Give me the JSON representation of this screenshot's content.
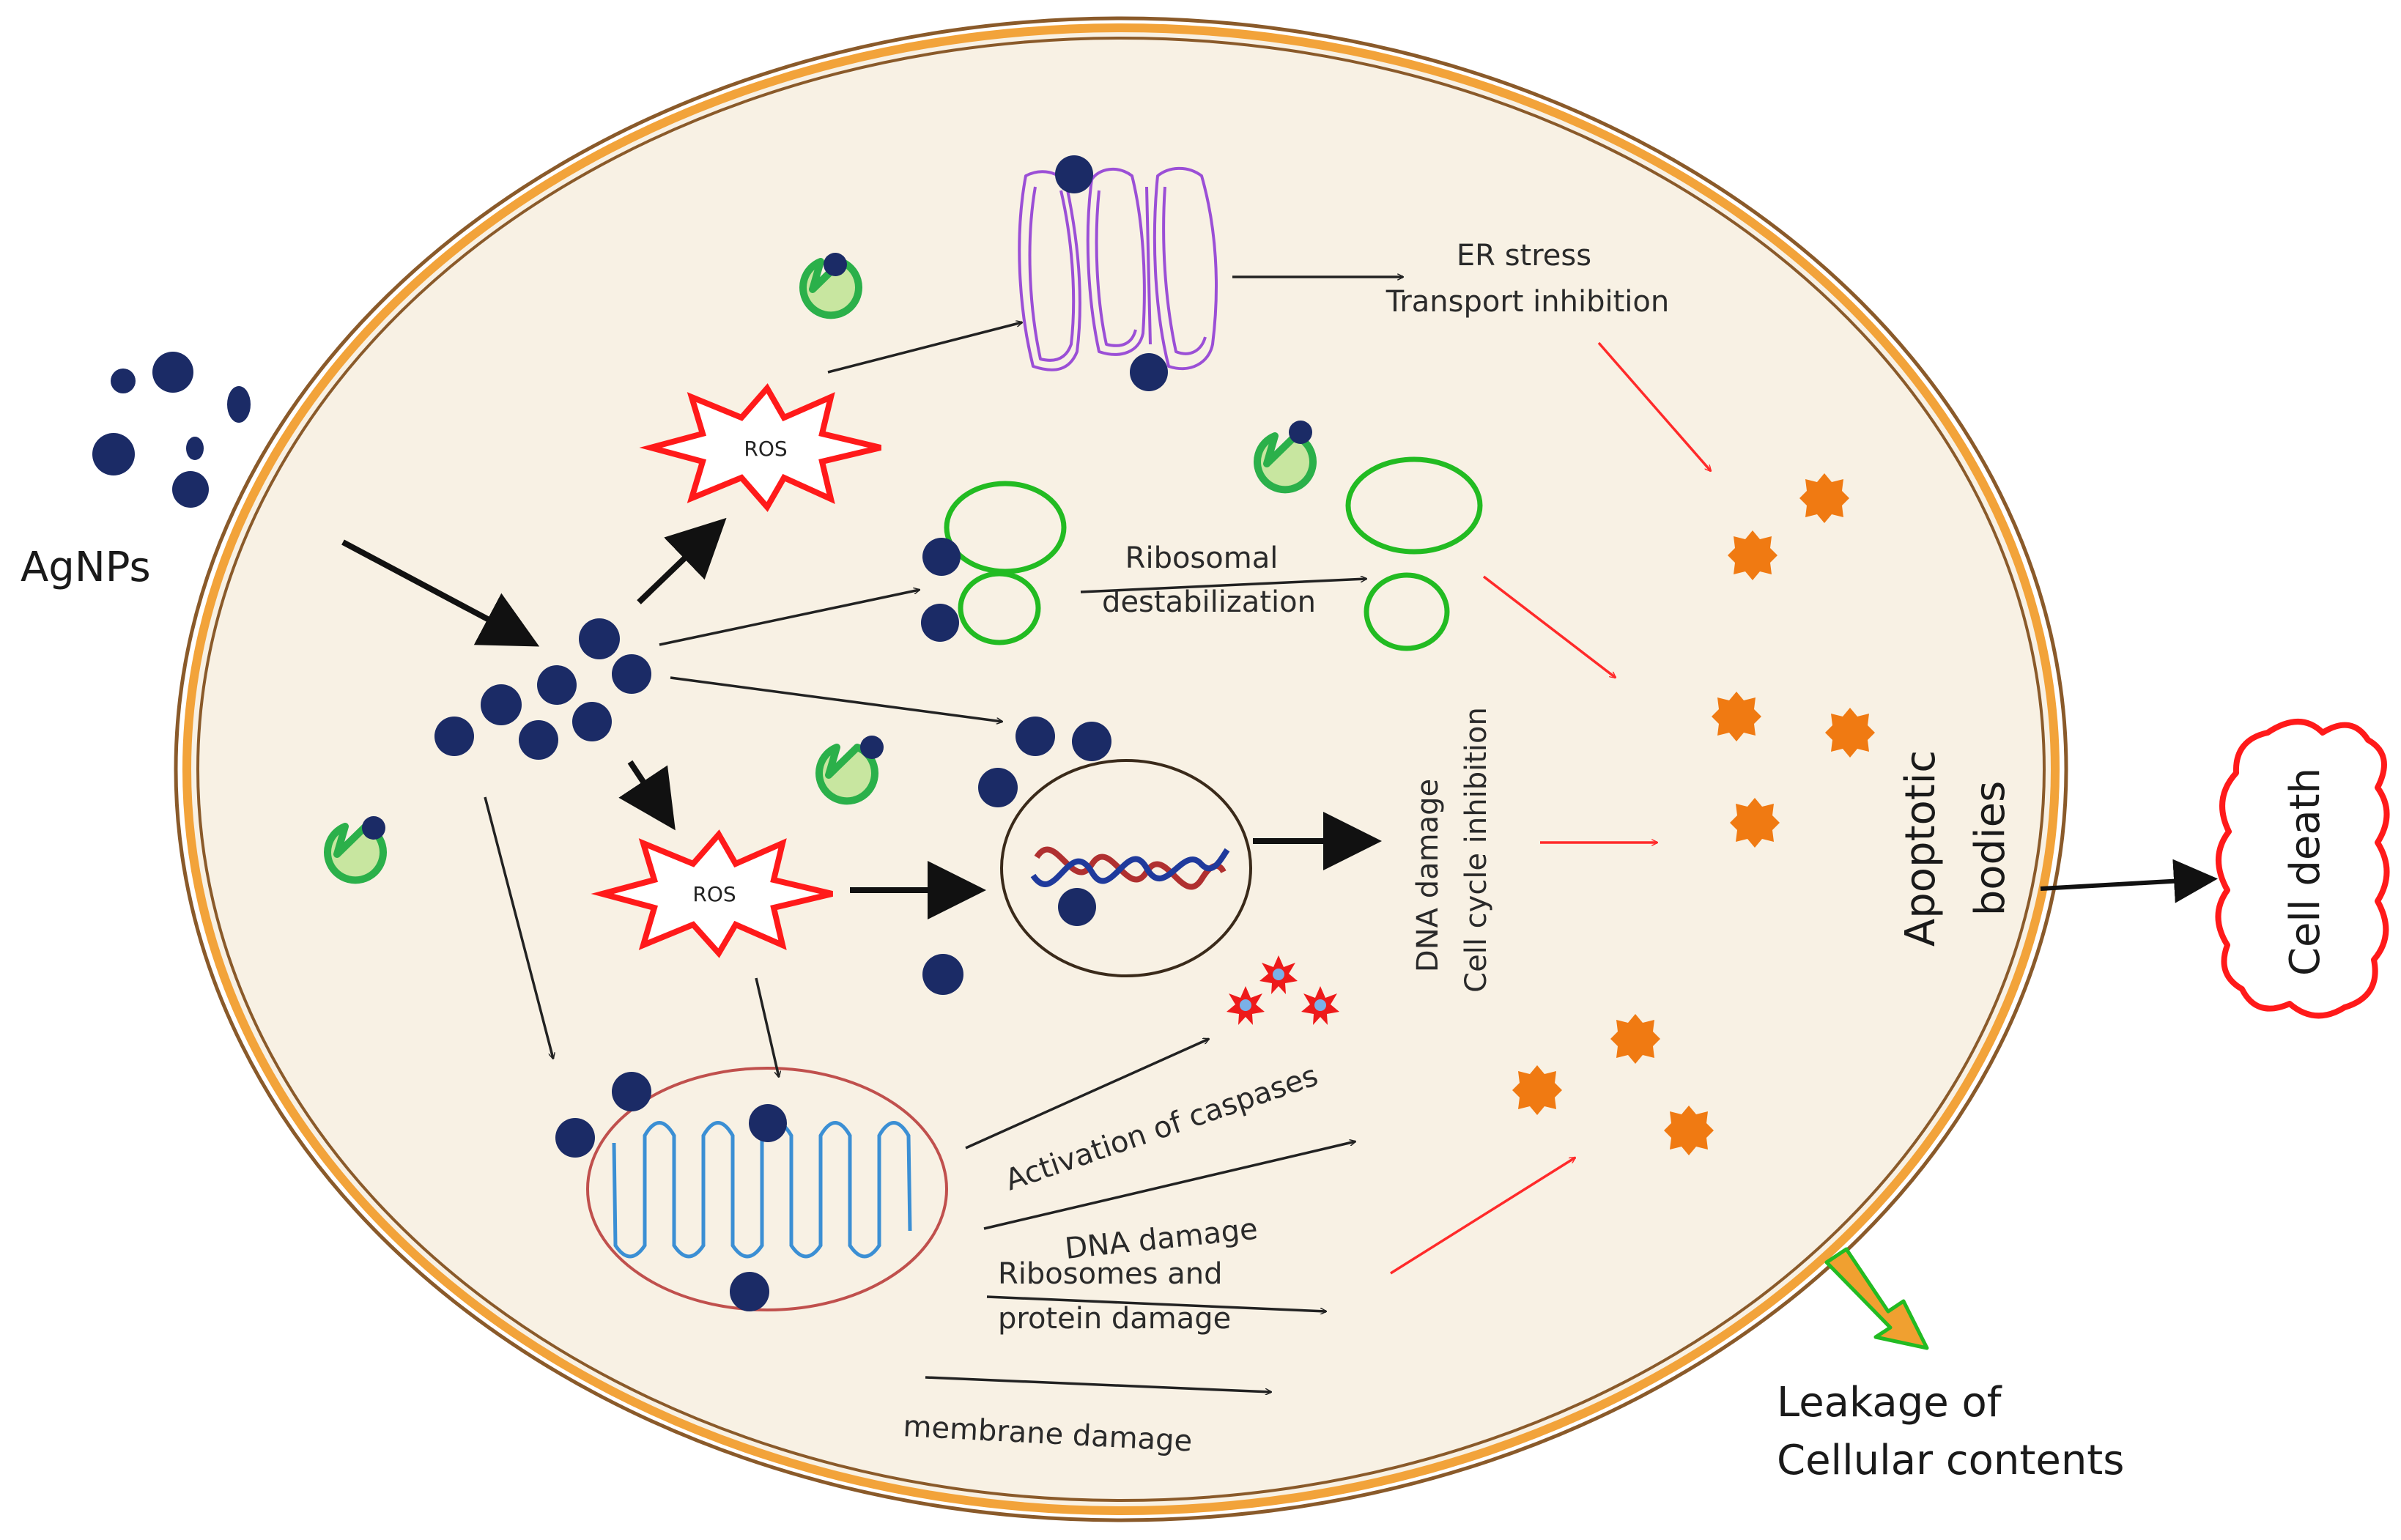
{
  "labels": {
    "agnps": "AgNPs",
    "ros_top": "ROS",
    "ros_bottom": "ROS",
    "er_stress": "ER stress",
    "transport_inhibition": "Transport inhibition",
    "ribosomal": "Ribosomal",
    "destabilization": "destabilization",
    "dna_damage_vertical": "DNA damage",
    "cell_cycle_inhibition": "Cell cycle inhibition",
    "apoptotic": "Apoptotic",
    "bodies": "bodies",
    "cell_death": "Cell death",
    "activation_of_caspases": "Activation of caspases",
    "dna_damage_mito": "DNA damage",
    "ribosomes_and": "Ribosomes and",
    "protein_damage": "protein damage",
    "membrane_damage": "membrane damage",
    "leakage_of": "Leakage of",
    "cellular_contents": "Cellular contents"
  },
  "colors": {
    "cytoplasm": "#f8f1e4",
    "membrane_orange": "#f2a33a",
    "membrane_brown": "#8a5a2a",
    "nanoparticle": "#1b2b66",
    "ros_star": "#ff1a1a",
    "er": "#9b4fd6",
    "ribosome": "#22bb22",
    "nucleus_border": "#3a2a1a",
    "dna_blue": "#1f3a9c",
    "dna_red": "#b03030",
    "mitochondrion_border": "#c0504d",
    "mito_inner": "#3b8fd4",
    "apoptotic_body": "#f07a12",
    "red_arrow": "#ff2a2a",
    "cell_death_cloud": "#ff1a1a",
    "caspase": "#ee1a1a",
    "leak_arrow_fill": "#f0a030",
    "leak_arrow_stroke": "#22bb22"
  }
}
